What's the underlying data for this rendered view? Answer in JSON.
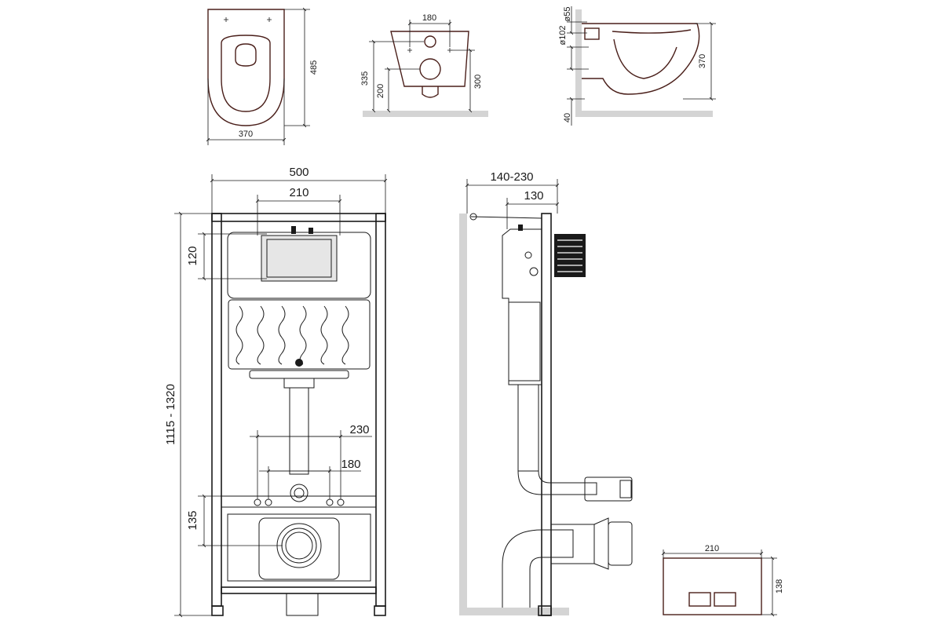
{
  "dimensions": {
    "bowl_top_depth": "485",
    "bowl_top_width": "370",
    "bowl_front_holes": "180",
    "bowl_front_335": "335",
    "bowl_front_200": "200",
    "bowl_front_300": "300",
    "bowl_side_d55": "ø55",
    "bowl_side_d102": "ø102",
    "bowl_side_370": "370",
    "bowl_side_40": "40",
    "frame_width": "500",
    "flush_opening": "210",
    "flush_height": "120",
    "frame_height": "1115 - 1320",
    "stud_spacing_outer": "230",
    "stud_spacing_inner": "180",
    "outlet_height": "135",
    "wall_depth_range": "140-230",
    "frame_depth": "130",
    "plate_width": "210",
    "plate_height": "138"
  }
}
